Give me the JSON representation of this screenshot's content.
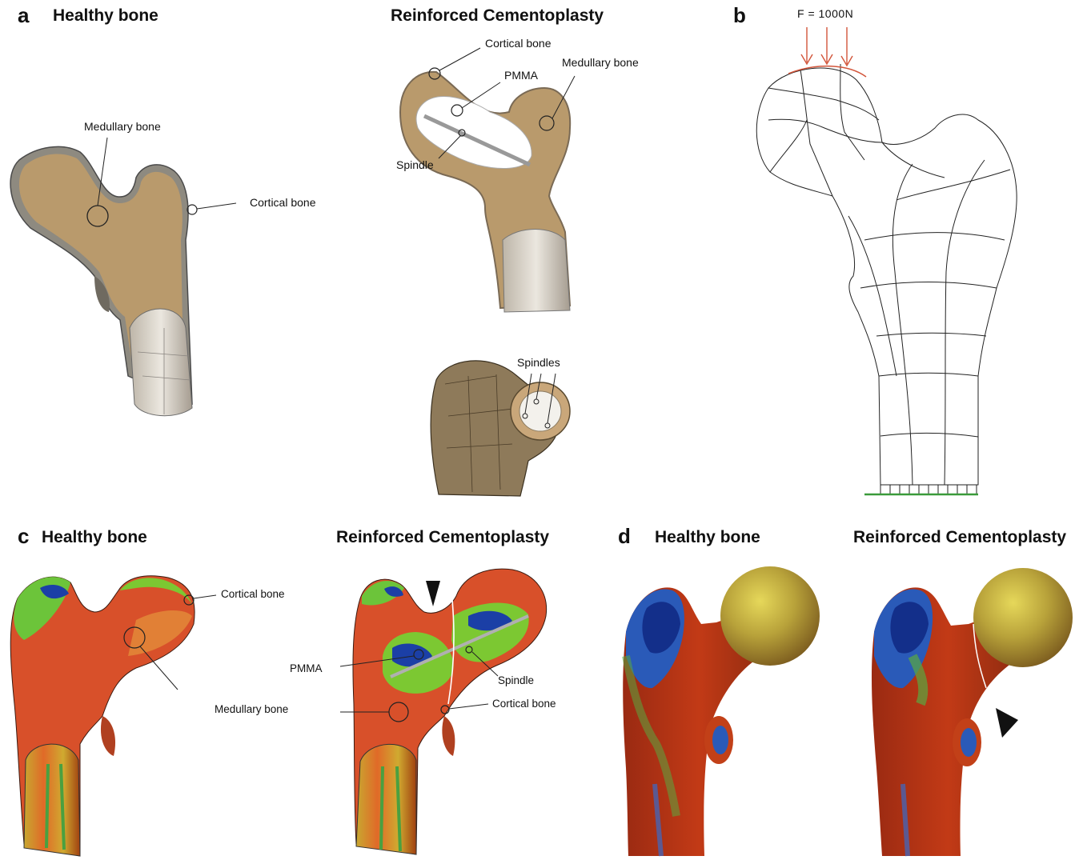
{
  "panel_a": {
    "letter": "a",
    "title_left": "Healthy bone",
    "title_right": "Reinforced Cementoplasty",
    "healthy_labels": {
      "medullary": "Medullary bone",
      "cortical": "Cortical bone"
    },
    "reinforced_labels": {
      "cortical": "Cortical bone",
      "medullary": "Medullary bone",
      "pmma": "PMMA",
      "spindle": "Spindle",
      "spindles": "Spindles"
    }
  },
  "panel_b": {
    "letter": "b",
    "force": "F = 1000N"
  },
  "panel_c": {
    "letter": "c",
    "title_left": "Healthy bone",
    "title_right": "Reinforced Cementoplasty",
    "healthy_labels": {
      "cortical": "Cortical bone",
      "medullary": "Medullary bone"
    },
    "reinforced_labels": {
      "pmma": "PMMA",
      "spindle": "Spindle",
      "cortical": "Cortical bone"
    }
  },
  "panel_d": {
    "letter": "d",
    "title_left": "Healthy bone",
    "title_right": "Reinforced Cementoplasty"
  },
  "colors": {
    "bone_tan": "#b99a6c",
    "cortex": "#8f8f8f",
    "stress_red": "#d2452a",
    "stress_green": "#7cc832",
    "stress_blue": "#1b3fa6",
    "force_arrow": "#d2553a",
    "ground": "#3a9a3a"
  }
}
